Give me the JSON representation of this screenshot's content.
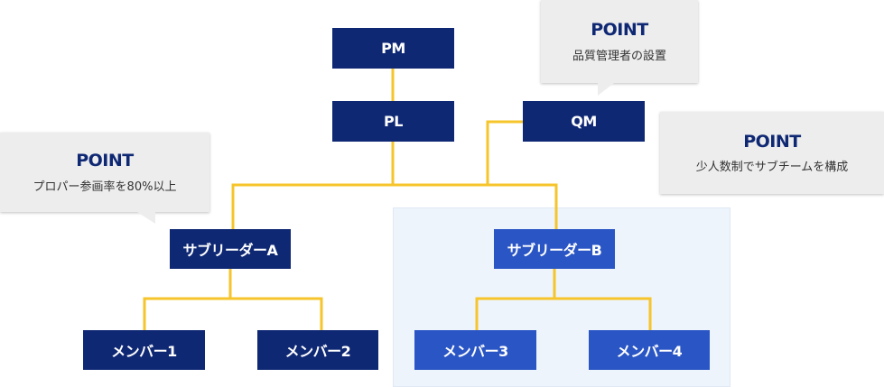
{
  "org": {
    "pm": "PM",
    "pl": "PL",
    "qm": "QM",
    "sub_a": "サブリーダーA",
    "sub_b": "サブリーダーB",
    "member1": "メンバー1",
    "member2": "メンバー2",
    "member3": "メンバー3",
    "member4": "メンバー4"
  },
  "callouts": {
    "qm": {
      "title": "POINT",
      "text": "品質管理者の設置"
    },
    "small_team": {
      "title": "POINT",
      "text": "少人数制でサブチームを構成"
    },
    "proper": {
      "title": "POINT",
      "text": "プロパー参画率を80%以上"
    }
  },
  "colors": {
    "node_dark": "#0f2874",
    "node_light": "#2a55c4",
    "connector": "#f6c42b",
    "callout_bg": "#ededed",
    "highlight_bg": "#eef4fc"
  }
}
